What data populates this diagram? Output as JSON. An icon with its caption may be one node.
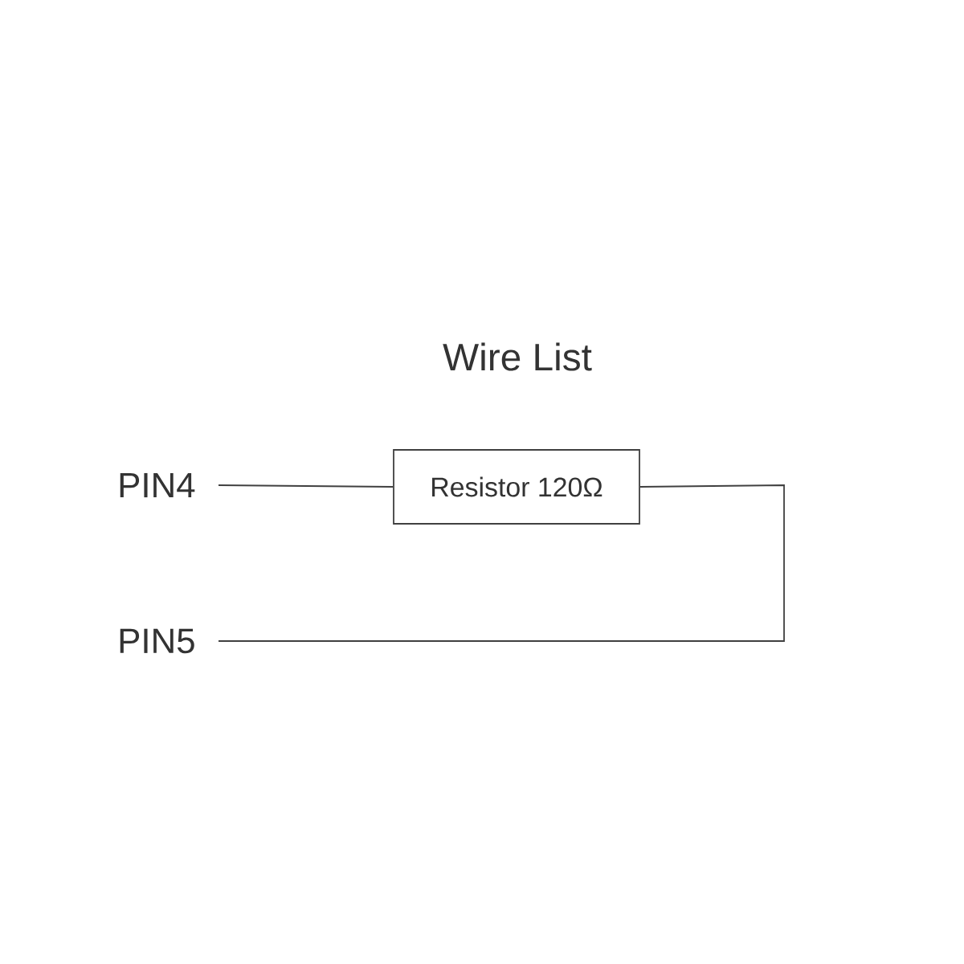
{
  "diagram": {
    "title": "Wire List",
    "nodes": [
      {
        "text": [
          "PIN4"
        ]
      },
      {
        "text": [
          "Resistor 120Ω"
        ]
      },
      {
        "text": [
          "PIN5"
        ]
      }
    ],
    "edges": [
      {
        "from": 0,
        "to": 1,
        "arrow": "none"
      },
      {
        "from": 1,
        "to": 2,
        "arrow": "none"
      }
    ]
  }
}
